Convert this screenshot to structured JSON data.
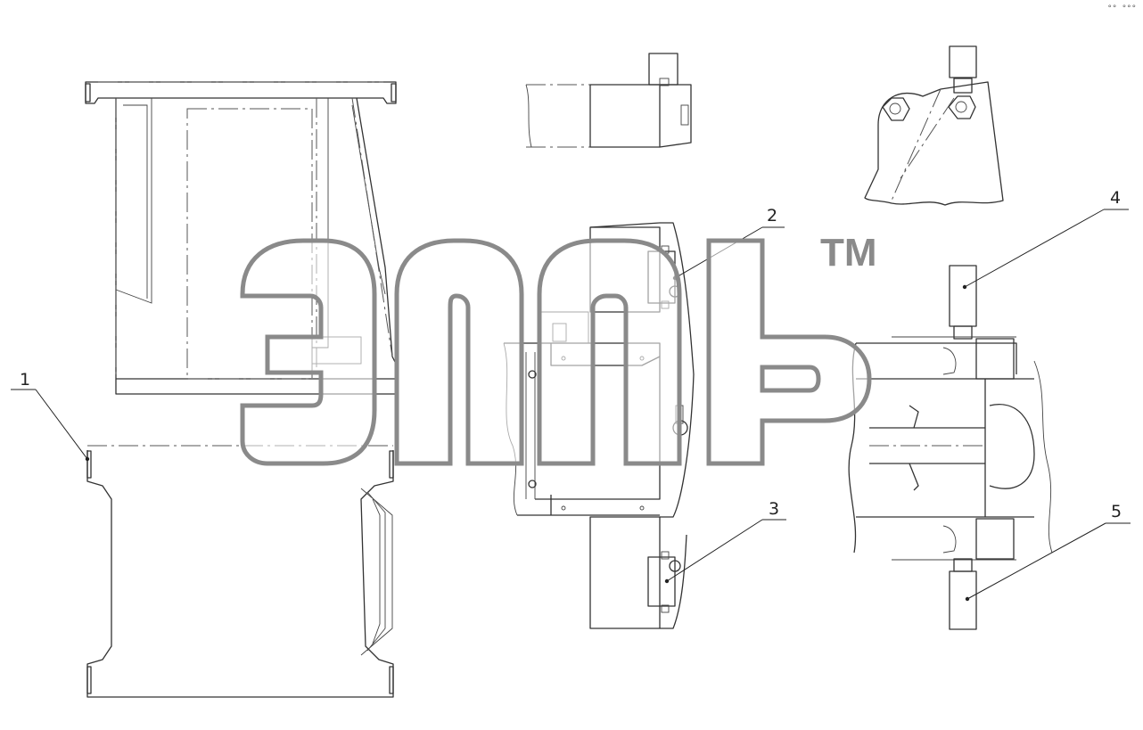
{
  "callouts": [
    {
      "id": "1",
      "label": "1"
    },
    {
      "id": "2",
      "label": "2"
    },
    {
      "id": "3",
      "label": "3"
    },
    {
      "id": "4",
      "label": "4"
    },
    {
      "id": "5",
      "label": "5"
    }
  ],
  "watermark": {
    "trademark": "TM"
  },
  "corner_mark": "°° °°°",
  "colors": {
    "line": "#333333",
    "watermark": "#8a8a8a",
    "background": "#ffffff"
  }
}
